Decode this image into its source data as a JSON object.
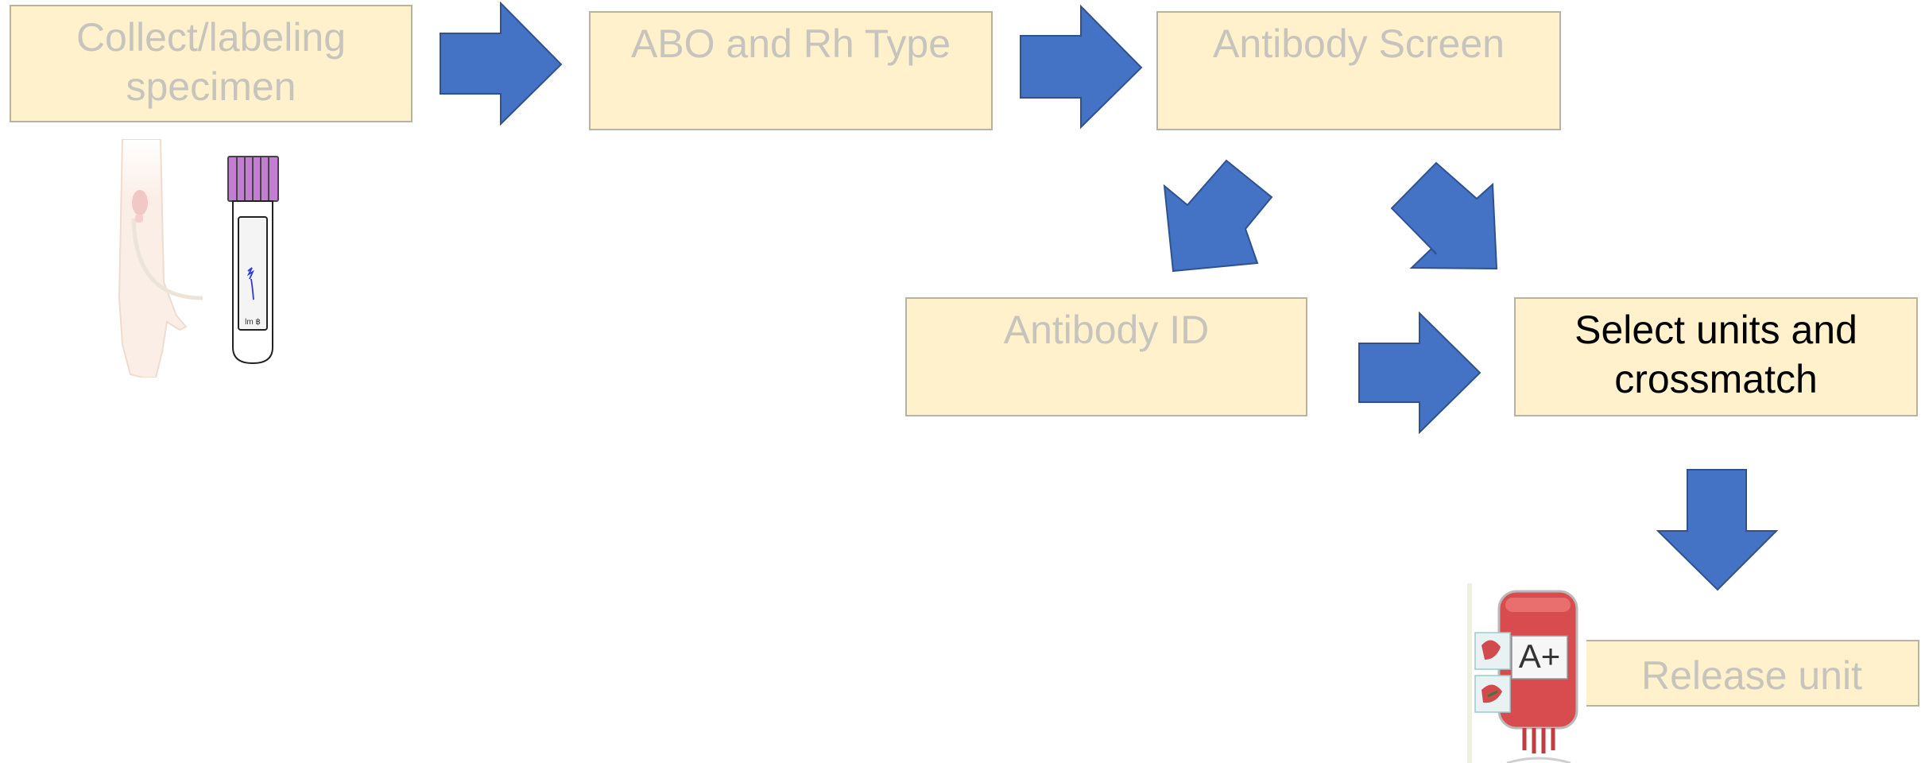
{
  "steps": [
    {
      "lines": [
        "Collect/labeling",
        "specimen"
      ],
      "state": "faded"
    },
    {
      "lines": [
        "ABO and Rh Type"
      ],
      "state": "faded"
    },
    {
      "lines": [
        "Antibody Screen"
      ],
      "state": "faded"
    },
    {
      "lines": [
        "Antibody ID"
      ],
      "state": "faded"
    },
    {
      "lines": [
        "Select units and",
        "crossmatch"
      ],
      "state": "active"
    },
    {
      "lines": [
        "Release unit"
      ],
      "state": "faded"
    }
  ],
  "illustrations": {
    "tube_label": "lm ฿",
    "blood_bag_type": "A+"
  },
  "colors": {
    "box_fill": "#fff1cc",
    "box_border": "#b8b2a0",
    "arrow_fill": "#4472c4",
    "faded_text": "#c7c4bd",
    "active_text": "#000000"
  }
}
